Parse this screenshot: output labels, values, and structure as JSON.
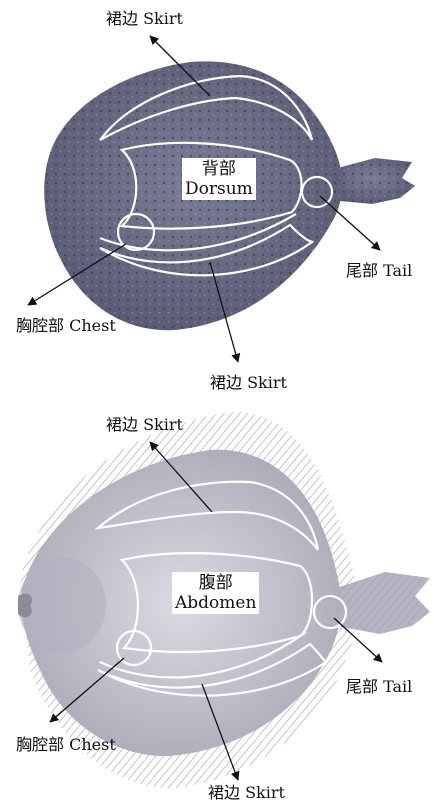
{
  "top_panel": {
    "skirt_top_label": "裙边 Skirt",
    "center_line1": "背部",
    "center_line2": "Dorsum",
    "tail_label": "尾部 Tail",
    "chest_label": "胸腔部 Chest",
    "skirt_bottom_label": "裙边 Skirt"
  },
  "bottom_panel": {
    "skirt_top_label": "裙边 Skirt",
    "center_line1": "腹部",
    "center_line2": "Abdomen",
    "tail_label": "尾部 Tail",
    "chest_label": "胸腔部 Chest",
    "skirt_bottom_label": "裙边 Skirt"
  },
  "colors": {
    "dorsal_fish": "#6b6e86",
    "ventral_fish": "#c9c6d0",
    "outline": "#ffffff",
    "arrow": "#111111"
  }
}
